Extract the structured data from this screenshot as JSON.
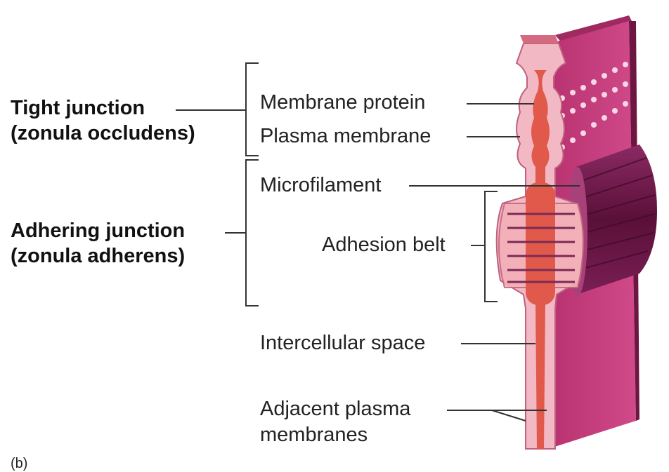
{
  "labels": {
    "tight_junction": "Tight junction",
    "tight_junction_latin": "(zonula occludens)",
    "adhering_junction": "Adhering junction",
    "adhering_junction_latin": "(zonula adherens)",
    "membrane_protein": "Membrane protein",
    "plasma_membrane": "Plasma membrane",
    "microfilament": "Microfilament",
    "adhesion_belt": "Adhesion belt",
    "intercellular_space": "Intercellular space",
    "adjacent_plasma_line1": "Adjacent plasma",
    "adjacent_plasma_line2": "membranes",
    "figure_tag": "(b)"
  },
  "colors": {
    "cell_face": "#c43a7a",
    "cell_side": "#7a1a47",
    "membrane": "#f2b8c4",
    "inter_space": "#e0594a",
    "belt": "#f5b0b8",
    "microfilament": "#6b1a4a",
    "line": "#333333"
  }
}
